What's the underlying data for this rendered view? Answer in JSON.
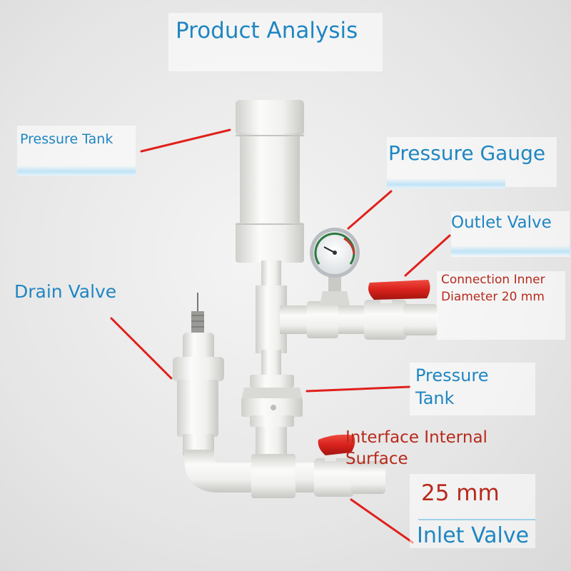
{
  "title": "Product Analysis",
  "labels": {
    "pressure_tank_top": "Pressure Tank",
    "pressure_gauge": "Pressure Gauge",
    "outlet_valve": "Outlet Valve",
    "connection_inner_line1": "Connection Inner",
    "connection_inner_line2": "Diameter 20 mm",
    "drain_valve": "Drain Valve",
    "pressure_tank_mid_line1": "Pressure",
    "pressure_tank_mid_line2": "Tank",
    "interface_line1": "Interface Internal",
    "interface_line2": "Surface",
    "size_25": "25 mm",
    "inlet_valve": "Inlet Valve"
  },
  "colors": {
    "label_blue": "#1f86c2",
    "label_red": "#b72a1d",
    "pointer_red": "#e0201c",
    "pvc_white": "#f2f2f0",
    "valve_handle": "#d8211c"
  }
}
